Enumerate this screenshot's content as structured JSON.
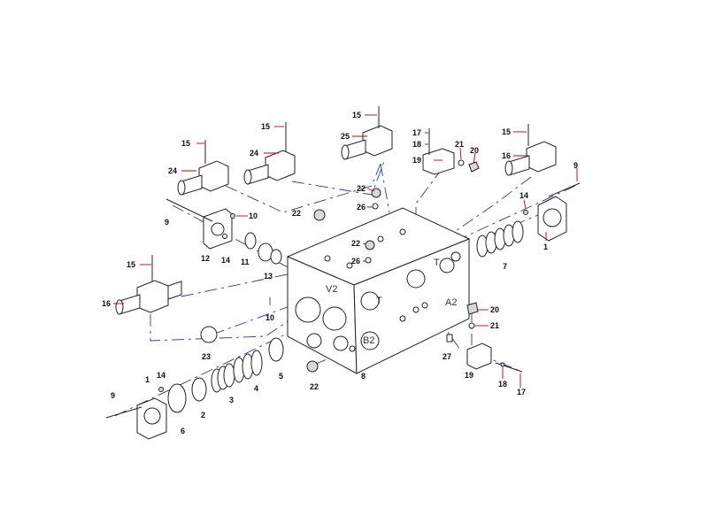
{
  "diagram": {
    "callouts": [
      {
        "id": "c15a",
        "text": "15"
      },
      {
        "id": "c24a",
        "text": "24"
      },
      {
        "id": "c15b",
        "text": "15"
      },
      {
        "id": "c24b",
        "text": "24"
      },
      {
        "id": "c15c",
        "text": "15"
      },
      {
        "id": "c25",
        "text": "25"
      },
      {
        "id": "c17a",
        "text": "17"
      },
      {
        "id": "c18a",
        "text": "18"
      },
      {
        "id": "c19a",
        "text": "19"
      },
      {
        "id": "c21a",
        "text": "21"
      },
      {
        "id": "c20a",
        "text": "20"
      },
      {
        "id": "c15d",
        "text": "15"
      },
      {
        "id": "c16a",
        "text": "16"
      },
      {
        "id": "c9a",
        "text": "9"
      },
      {
        "id": "c22a",
        "text": "22"
      },
      {
        "id": "c26a",
        "text": "26"
      },
      {
        "id": "c22b",
        "text": "22"
      },
      {
        "id": "c9b",
        "text": "9"
      },
      {
        "id": "c10a",
        "text": "10"
      },
      {
        "id": "c12",
        "text": "12"
      },
      {
        "id": "c14a",
        "text": "14"
      },
      {
        "id": "c11",
        "text": "11"
      },
      {
        "id": "c13",
        "text": "13"
      },
      {
        "id": "c22c",
        "text": "22"
      },
      {
        "id": "c26b",
        "text": "26"
      },
      {
        "id": "c14b",
        "text": "14"
      },
      {
        "id": "c1a",
        "text": "1"
      },
      {
        "id": "c7",
        "text": "7"
      },
      {
        "id": "c15e",
        "text": "15"
      },
      {
        "id": "c16b",
        "text": "16"
      },
      {
        "id": "c10b",
        "text": "10"
      },
      {
        "id": "c20b",
        "text": "20"
      },
      {
        "id": "c21b",
        "text": "21"
      },
      {
        "id": "c23",
        "text": "23"
      },
      {
        "id": "c5",
        "text": "5"
      },
      {
        "id": "c4",
        "text": "4"
      },
      {
        "id": "c3",
        "text": "3"
      },
      {
        "id": "c2",
        "text": "2"
      },
      {
        "id": "c6",
        "text": "6"
      },
      {
        "id": "c1b",
        "text": "1"
      },
      {
        "id": "c14c",
        "text": "14"
      },
      {
        "id": "c9c",
        "text": "9"
      },
      {
        "id": "c22d",
        "text": "22"
      },
      {
        "id": "c8",
        "text": "8"
      },
      {
        "id": "c27",
        "text": "27"
      },
      {
        "id": "c19b",
        "text": "19"
      },
      {
        "id": "c18b",
        "text": "18"
      },
      {
        "id": "c17b",
        "text": "17"
      }
    ],
    "port_labels": [
      {
        "id": "p_v2",
        "text": "V2"
      },
      {
        "id": "p_t1",
        "text": "T"
      },
      {
        "id": "p_t2",
        "text": "T"
      },
      {
        "id": "p_a2",
        "text": "A2"
      },
      {
        "id": "p_b2",
        "text": "B2"
      }
    ],
    "colors": {
      "leader": "#b00000",
      "dash": "#2a3a8a",
      "outline": "#222222"
    }
  }
}
